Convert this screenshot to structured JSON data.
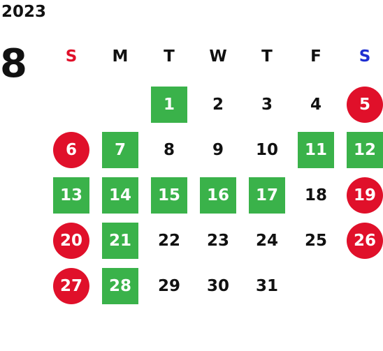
{
  "year": "2023",
  "month": "8",
  "colors": {
    "sunday": "#e0102a",
    "saturday": "#1f2fd1",
    "green_marker": "#3ab24a",
    "red_marker": "#e0102a",
    "text": "#111111"
  },
  "weekdays": [
    "S",
    "M",
    "T",
    "W",
    "T",
    "F",
    "S"
  ],
  "weeks": [
    [
      {
        "d": "",
        "style": "empty"
      },
      {
        "d": "",
        "style": "empty"
      },
      {
        "d": "1",
        "style": "green"
      },
      {
        "d": "2",
        "style": "plain"
      },
      {
        "d": "3",
        "style": "plain"
      },
      {
        "d": "4",
        "style": "plain"
      },
      {
        "d": "5",
        "style": "red"
      }
    ],
    [
      {
        "d": "6",
        "style": "red"
      },
      {
        "d": "7",
        "style": "green"
      },
      {
        "d": "8",
        "style": "plain"
      },
      {
        "d": "9",
        "style": "plain"
      },
      {
        "d": "10",
        "style": "plain"
      },
      {
        "d": "11",
        "style": "green"
      },
      {
        "d": "12",
        "style": "green"
      }
    ],
    [
      {
        "d": "13",
        "style": "green"
      },
      {
        "d": "14",
        "style": "green"
      },
      {
        "d": "15",
        "style": "green"
      },
      {
        "d": "16",
        "style": "green"
      },
      {
        "d": "17",
        "style": "green"
      },
      {
        "d": "18",
        "style": "plain"
      },
      {
        "d": "19",
        "style": "red"
      }
    ],
    [
      {
        "d": "20",
        "style": "red"
      },
      {
        "d": "21",
        "style": "green"
      },
      {
        "d": "22",
        "style": "plain"
      },
      {
        "d": "23",
        "style": "plain"
      },
      {
        "d": "24",
        "style": "plain"
      },
      {
        "d": "25",
        "style": "plain"
      },
      {
        "d": "26",
        "style": "red"
      }
    ],
    [
      {
        "d": "27",
        "style": "red"
      },
      {
        "d": "28",
        "style": "green"
      },
      {
        "d": "29",
        "style": "plain"
      },
      {
        "d": "30",
        "style": "plain"
      },
      {
        "d": "31",
        "style": "plain"
      },
      {
        "d": "",
        "style": "empty"
      },
      {
        "d": "",
        "style": "empty"
      }
    ]
  ]
}
